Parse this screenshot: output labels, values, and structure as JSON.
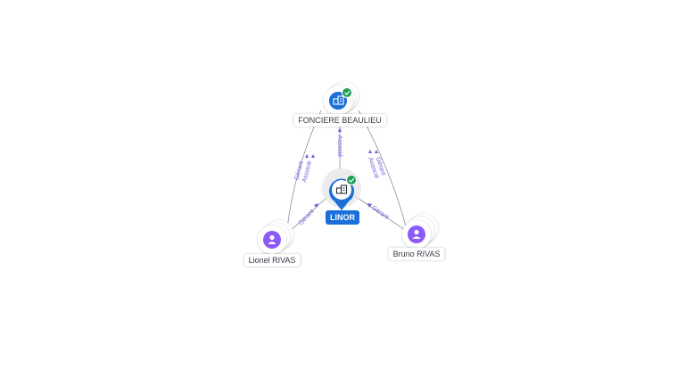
{
  "colors": {
    "edge": "#8a8f99",
    "edge_text": "#6b5fd6",
    "company": "#1a6fd8",
    "person": "#8b5cf6",
    "verified": "#1f9d55"
  },
  "nodes": {
    "fonciere": {
      "label": "FONCIERE BEAULIEU",
      "icon": "building-icon",
      "verified": true
    },
    "linor": {
      "label": "LINOR",
      "icon": "building-icon",
      "verified": true
    },
    "lionel": {
      "label": "Lionel RIVAS",
      "icon": "person-icon"
    },
    "bruno": {
      "label": "Bruno RIVAS",
      "icon": "person-icon"
    }
  },
  "edges": {
    "linor_fonciere": {
      "label": "Associé"
    },
    "lionel_fonciere": {
      "label1": "Gérant",
      "label2": "Associé"
    },
    "bruno_fonciere": {
      "label1": "Gérant",
      "label2": "Associé"
    },
    "lionel_linor": {
      "label": "Gérant"
    },
    "bruno_linor": {
      "label": "Gérant"
    }
  }
}
